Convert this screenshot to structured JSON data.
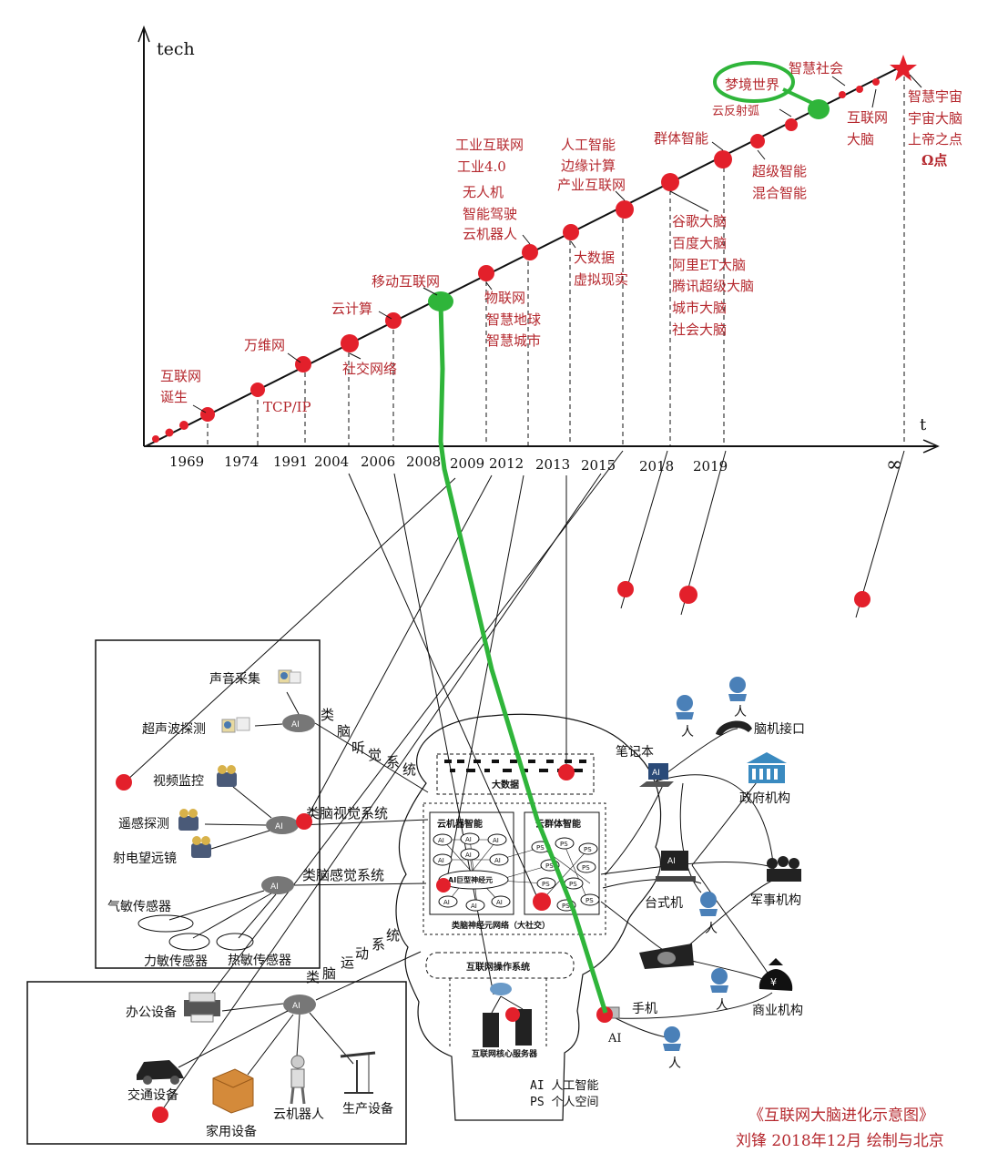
{
  "axes": {
    "y_label": "tech",
    "x_label": "t"
  },
  "years": [
    "1969",
    "1974",
    "1991",
    "2004",
    "2006",
    "2008",
    "2009",
    "2012",
    "2013",
    "2015",
    "2018",
    "2019",
    "∞"
  ],
  "milestones": {
    "internet_birth": [
      "互联网",
      "诞生"
    ],
    "tcpip": "TCP/IP",
    "www": "万维网",
    "cloud_computing": "云计算",
    "social_network": "社交网络",
    "mobile_internet": "移动互联网",
    "iot": [
      "物联网",
      "智慧地球",
      "智慧城市"
    ],
    "industrial": [
      "工业互联网",
      "工业4.0"
    ],
    "drones": [
      "无人机",
      "智能驾驶",
      "云机器人"
    ],
    "big_data": [
      "大数据",
      "虚拟现实"
    ],
    "ai_edge": [
      "人工智能",
      "边缘计算",
      "产业互联网"
    ],
    "swarm": "群体智能",
    "brains": [
      "谷歌大脑",
      "百度大脑",
      "阿里ET大脑",
      "腾讯超级大脑",
      "城市大脑",
      "社会大脑"
    ],
    "super": [
      "超级智能",
      "混合智能"
    ],
    "reflex": "云反射弧",
    "dream": "梦境世界",
    "smart_society": "智慧社会",
    "internet_brain": [
      "互联网",
      "大脑"
    ],
    "omega": [
      "智慧宇宙",
      "宇宙大脑",
      "上帝之点",
      "Ω点"
    ]
  },
  "sensory_box": {
    "sound": "声音采集",
    "ultrasound": "超声波探测",
    "video": "视频监控",
    "remote": "遥感探测",
    "telescope": "射电望远镜",
    "gas": "气敏传感器",
    "force": "力敏传感器",
    "heat": "热敏传感器"
  },
  "device_box": {
    "office": "办公设备",
    "traffic": "交通设备",
    "home": "家用设备",
    "robot": "云机器人",
    "production": "生产设备"
  },
  "systems": {
    "auditory": [
      "类",
      "脑",
      "听",
      "觉",
      "系",
      "统"
    ],
    "visual": "类脑视觉系统",
    "sensation": "类脑感觉系统",
    "motor": [
      "类",
      "脑",
      "运",
      "动",
      "系",
      "统"
    ]
  },
  "brain": {
    "big_data": "大数据",
    "cloud_robot": "云机器智能",
    "cloud_swarm": "云群体智能",
    "giant_neuron": "AI巨型神经元",
    "neural_net": "类脑神经元网络（大社交）",
    "os": "互联网操作系统",
    "core_server": "互联网核心服务器",
    "ai": "AI",
    "ps": "PS"
  },
  "legend": {
    "ai": "AI  人工智能",
    "ps": "PS  个人空间"
  },
  "right_side": {
    "laptop": "笔记本",
    "bci": "脑机接口",
    "gov": "政府机构",
    "desktop": "台式机",
    "military": "军事机构",
    "phone": "手机",
    "commerce": "商业机构",
    "person": "人",
    "ai_label": "AI"
  },
  "caption": {
    "title": "《互联网大脑进化示意图》",
    "author": "刘锋  2018年12月  绘制与北京"
  },
  "colors": {
    "dot": "#e3202b",
    "text_red": "#b5282e",
    "green": "#2fb53a",
    "line": "#111111"
  }
}
